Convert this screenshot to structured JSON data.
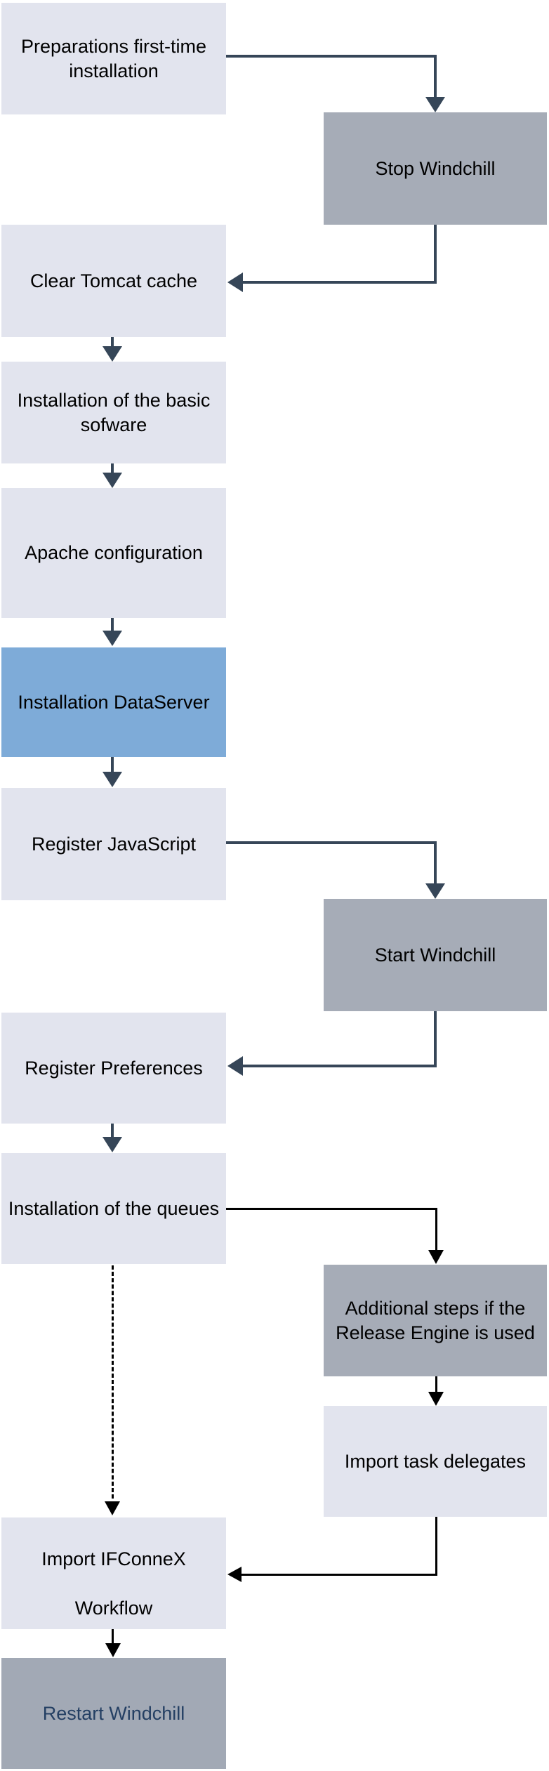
{
  "diagram": {
    "type": "flowchart",
    "nodes": [
      {
        "id": "preparations",
        "label": "Preparations first-time\ninstallation",
        "variant": "light"
      },
      {
        "id": "stop-windchill",
        "label": "Stop Windchill",
        "variant": "gray"
      },
      {
        "id": "clear-tomcat-cache",
        "label": "Clear Tomcat cache",
        "variant": "light"
      },
      {
        "id": "basic-software",
        "label": "Installation of the basic\nsofware",
        "variant": "light"
      },
      {
        "id": "apache-configuration",
        "label": "Apache configuration",
        "variant": "light"
      },
      {
        "id": "installation-dataserver",
        "label": "Installation DataServer",
        "variant": "blue"
      },
      {
        "id": "register-javascript",
        "label": "Register JavaScript",
        "variant": "light"
      },
      {
        "id": "start-windchill",
        "label": "Start Windchill",
        "variant": "gray"
      },
      {
        "id": "register-preferences",
        "label": "Register Preferences",
        "variant": "light"
      },
      {
        "id": "installation-queues",
        "label": "Installation of the queues",
        "variant": "light"
      },
      {
        "id": "additional-steps-release-engine",
        "label": "Additional steps if the\nRelease Engine is used",
        "variant": "gray"
      },
      {
        "id": "import-task-delegates",
        "label": "Import task delegates",
        "variant": "light"
      },
      {
        "id": "import-ifconnex-workflow",
        "label": "Import IFConneX\n\nWorkflow",
        "variant": "light"
      },
      {
        "id": "restart-windchill",
        "label": "Restart Windchill",
        "variant": "gray2"
      }
    ],
    "edges": [
      {
        "from": "preparations",
        "to": "stop-windchill",
        "style": "solid",
        "color": "slate"
      },
      {
        "from": "stop-windchill",
        "to": "clear-tomcat-cache",
        "style": "solid",
        "color": "slate"
      },
      {
        "from": "clear-tomcat-cache",
        "to": "basic-software",
        "style": "solid",
        "color": "slate"
      },
      {
        "from": "basic-software",
        "to": "apache-configuration",
        "style": "solid",
        "color": "slate"
      },
      {
        "from": "apache-configuration",
        "to": "installation-dataserver",
        "style": "solid",
        "color": "slate"
      },
      {
        "from": "installation-dataserver",
        "to": "register-javascript",
        "style": "solid",
        "color": "slate"
      },
      {
        "from": "register-javascript",
        "to": "start-windchill",
        "style": "solid",
        "color": "slate"
      },
      {
        "from": "start-windchill",
        "to": "register-preferences",
        "style": "solid",
        "color": "slate"
      },
      {
        "from": "register-preferences",
        "to": "installation-queues",
        "style": "solid",
        "color": "slate"
      },
      {
        "from": "installation-queues",
        "to": "additional-steps-release-engine",
        "style": "solid",
        "color": "black"
      },
      {
        "from": "additional-steps-release-engine",
        "to": "import-task-delegates",
        "style": "solid",
        "color": "black"
      },
      {
        "from": "import-task-delegates",
        "to": "import-ifconnex-workflow",
        "style": "solid",
        "color": "black"
      },
      {
        "from": "installation-queues",
        "to": "import-ifconnex-workflow",
        "style": "dashed",
        "color": "black"
      },
      {
        "from": "import-ifconnex-workflow",
        "to": "restart-windchill",
        "style": "solid",
        "color": "black"
      }
    ],
    "colors": {
      "node_light": "#E2E4EE",
      "node_gray": "#A6ACB7",
      "node_gray_dark": "#A2A9B5",
      "node_blue": "#7EABD8",
      "arrow_slate": "#364658",
      "arrow_black": "#000000",
      "restart_text": "#243F63",
      "node_text": "#000000",
      "background": "#FFFFFF"
    }
  }
}
